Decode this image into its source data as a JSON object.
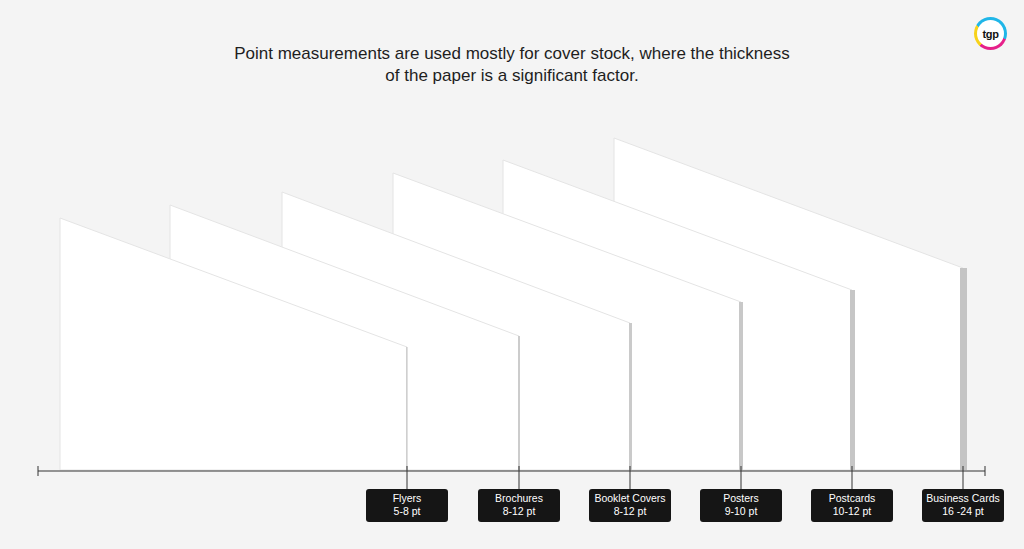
{
  "diagram": {
    "title": "Point measurements are used mostly for cover stock, where the thickness of the paper is a significant factor.",
    "nodes": [
      {
        "text": [
          "tgp"
        ]
      },
      {
        "text": [
          "Flyers",
          "5-8 pt"
        ]
      },
      {
        "text": [
          "Brochures",
          "8-12 pt"
        ]
      },
      {
        "text": [
          "Booklet Covers",
          "8-12 pt"
        ]
      },
      {
        "text": [
          "Posters",
          "9-10 pt"
        ]
      },
      {
        "text": [
          "Postcards",
          "10-12 pt"
        ]
      },
      {
        "text": [
          "Business Cards",
          "16 -24 pt"
        ]
      }
    ]
  }
}
